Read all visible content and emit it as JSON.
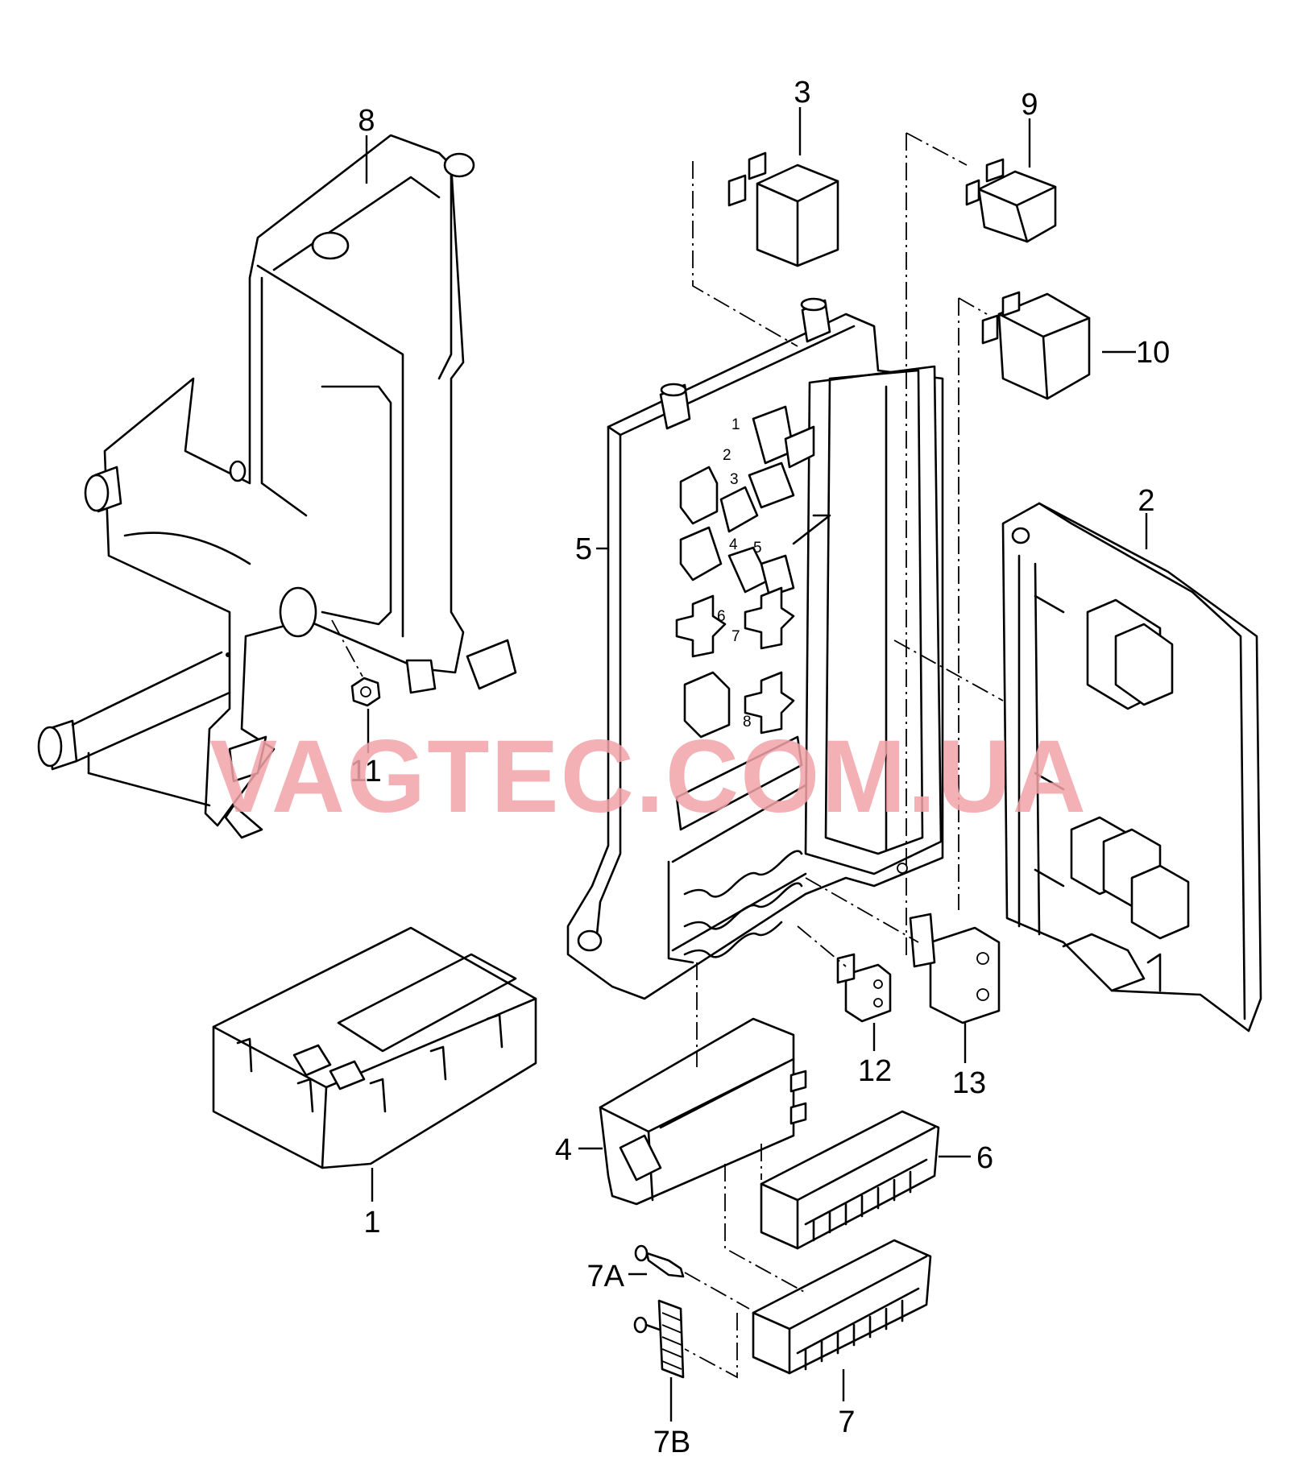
{
  "watermark": "VAGTEC.COM.UA",
  "callouts": {
    "p1": "1",
    "p2": "2",
    "p3": "3",
    "p4": "4",
    "p5": "5",
    "p6": "6",
    "p7": "7",
    "p7a": "7A",
    "p7b": "7B",
    "p8": "8",
    "p9": "9",
    "p10": "10",
    "p11": "11",
    "p12": "12",
    "p13": "13"
  },
  "slot_numbers": [
    "1",
    "2",
    "3",
    "4",
    "5",
    "6",
    "7",
    "8"
  ]
}
